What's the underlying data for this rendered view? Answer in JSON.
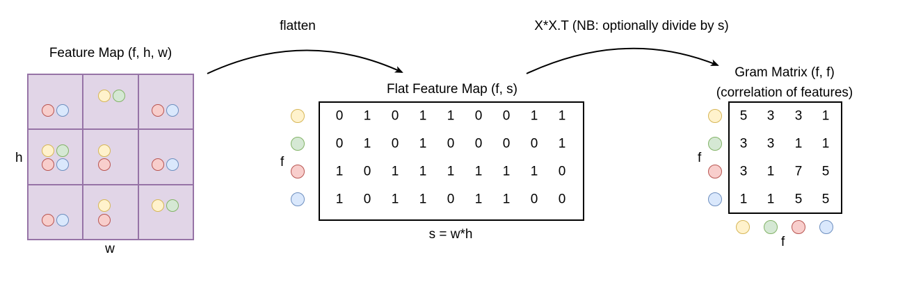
{
  "labels": {
    "flatten": "flatten",
    "gram_op": "X*X.T (NB: optionally divide by s)",
    "feature_map_title": "Feature Map (f, h, w)",
    "h": "h",
    "w": "w",
    "flat_title": "Flat Feature Map (f, s)",
    "flat_f": "f",
    "flat_s": "s = w*h",
    "gram_title_1": "Gram Matrix (f, f)",
    "gram_title_2": "(correlation of features)",
    "gram_f_row": "f",
    "gram_f_col": "f"
  },
  "colors": {
    "yellow": "#fff2cc",
    "green": "#d5e8d4",
    "red": "#f8cecc",
    "blue": "#dae8fc",
    "feature_cell": "#e1d5e7"
  },
  "feature_order": [
    "yellow",
    "green",
    "red",
    "blue"
  ],
  "flat_matrix": [
    [
      "0",
      "1",
      "0",
      "1",
      "1",
      "0",
      "0",
      "1",
      "1"
    ],
    [
      "0",
      "1",
      "0",
      "1",
      "0",
      "0",
      "0",
      "0",
      "1"
    ],
    [
      "1",
      "0",
      "1",
      "1",
      "1",
      "1",
      "1",
      "1",
      "0"
    ],
    [
      "1",
      "0",
      "1",
      "1",
      "0",
      "1",
      "1",
      "0",
      "0"
    ]
  ],
  "gram_matrix": [
    [
      "5",
      "3",
      "3",
      "1"
    ],
    [
      "3",
      "3",
      "1",
      "1"
    ],
    [
      "3",
      "1",
      "7",
      "5"
    ],
    [
      "1",
      "1",
      "5",
      "5"
    ]
  ]
}
